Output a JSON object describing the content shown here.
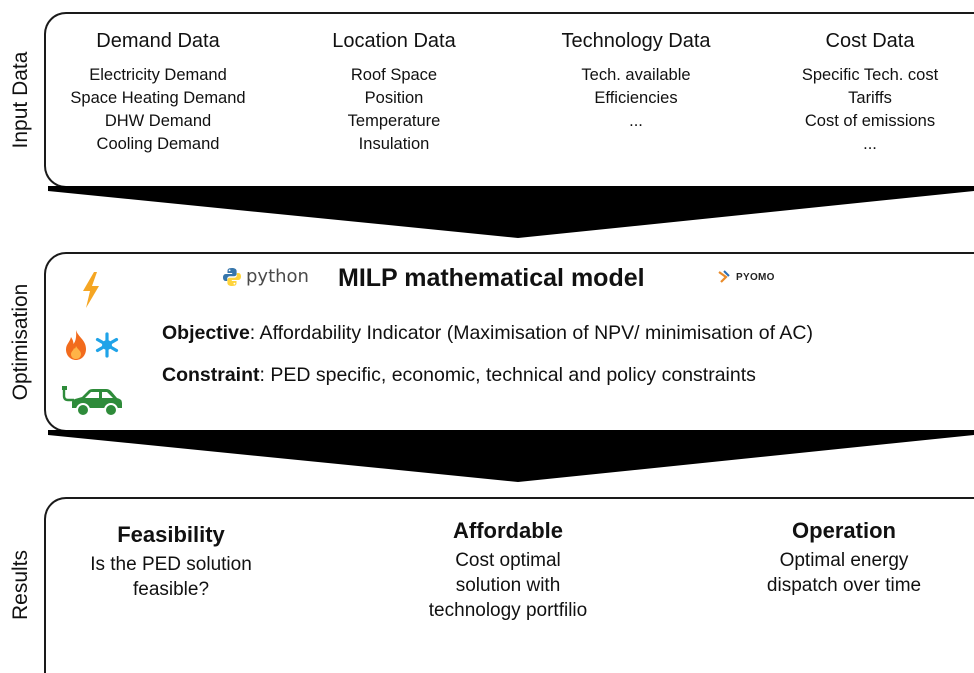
{
  "sections": {
    "input_label": "Input Data",
    "optimisation_label": "Optimisation",
    "results_label": "Results"
  },
  "input": {
    "columns": [
      {
        "heading": "Demand Data",
        "items": [
          "Electricity Demand",
          "Space Heating Demand",
          "DHW Demand",
          "Cooling Demand"
        ]
      },
      {
        "heading": "Location Data",
        "items": [
          "Roof Space",
          "Position",
          "Temperature",
          "Insulation"
        ]
      },
      {
        "heading": "Technology Data",
        "items": [
          "Tech. available",
          "Efficiencies",
          "..."
        ]
      },
      {
        "heading": "Cost Data",
        "items": [
          "Specific Tech. cost",
          "Tariffs",
          "Cost of emissions",
          "..."
        ]
      }
    ]
  },
  "optimisation": {
    "python_logo_text": "python",
    "model_title": "MILP mathematical model",
    "pyomo_logo_text": "PYOMO",
    "objective_label": "Objective",
    "objective_text": ": Affordability Indicator (Maximisation of NPV/ minimisation of AC)",
    "constraint_label": "Constraint",
    "constraint_text": ": PED specific, economic, technical and policy constraints",
    "icons": [
      "lightning-icon",
      "flame-icon",
      "snowflake-icon",
      "electric-car-icon"
    ]
  },
  "results": {
    "columns": [
      {
        "heading": "Feasibility",
        "lines": [
          "Is the PED solution",
          "feasible?"
        ]
      },
      {
        "heading": "Affordable",
        "lines": [
          "Cost optimal",
          "solution with",
          "technology portfilio"
        ]
      },
      {
        "heading": "Operation",
        "lines": [
          "Optimal energy",
          "dispatch over time"
        ]
      }
    ]
  },
  "colors": {
    "lightning": "#f5a623",
    "flame": "#f26b1d",
    "snowflake": "#1fa3e8",
    "car": "#2e8b3a",
    "python_blue": "#3776ab",
    "python_yellow": "#ffd43b",
    "arrow": "#000000"
  }
}
